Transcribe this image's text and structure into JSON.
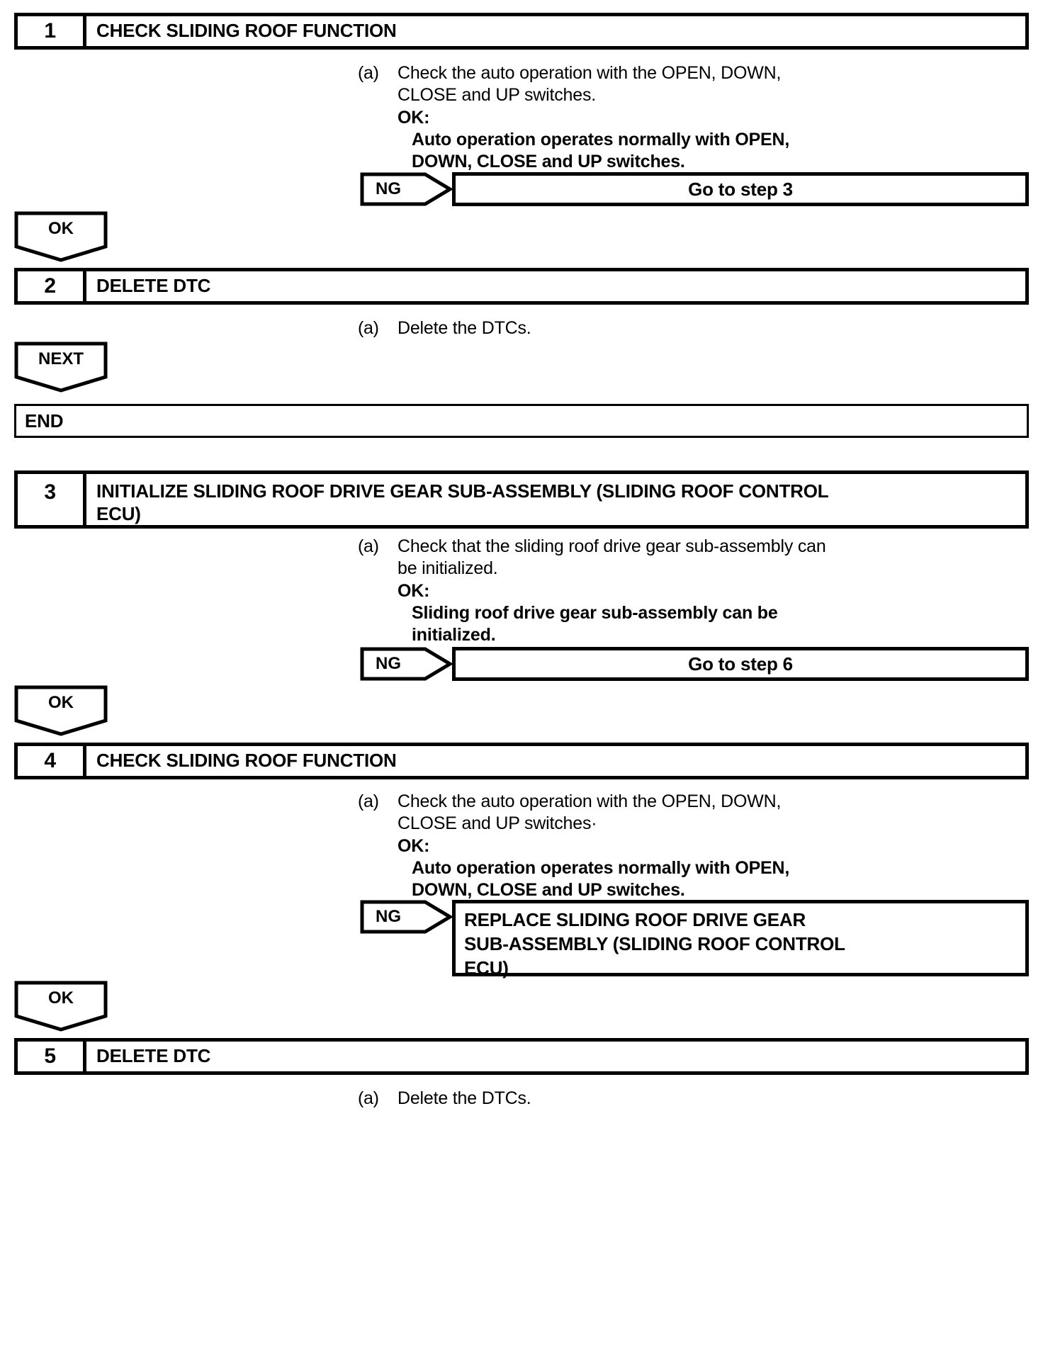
{
  "document": {
    "type": "diagnostic-flowchart",
    "title_implicit": "Sliding Roof Diagnostic Procedure"
  },
  "labels": {
    "ng": "NG",
    "ok": "OK",
    "next": "NEXT",
    "end": "END",
    "marker_a": "(a)",
    "ok_heading": "OK:"
  },
  "steps": [
    {
      "number": "1",
      "title": "CHECK SLIDING ROOF FUNCTION",
      "instruction_lines": [
        "Check the auto operation with the OPEN, DOWN,",
        "CLOSE and UP switches."
      ],
      "ok_detail_lines": [
        "Auto operation operates normally with OPEN,",
        "DOWN, CLOSE and UP switches."
      ],
      "ng_result_lines": [
        "Go to step 3"
      ]
    },
    {
      "number": "2",
      "title": "DELETE DTC",
      "instruction_lines": [
        "Delete the DTCs."
      ],
      "ok_detail_lines": [],
      "ng_result_lines": []
    },
    {
      "number": "3",
      "title": "INITIALIZE SLIDING ROOF DRIVE GEAR SUB-ASSEMBLY (SLIDING ROOF CONTROL ECU)",
      "title_line1": "INITIALIZE SLIDING ROOF DRIVE GEAR SUB-ASSEMBLY (SLIDING ROOF CONTROL",
      "title_line2": "ECU)",
      "instruction_lines": [
        "Check that the sliding roof drive gear sub-assembly can",
        "be initialized."
      ],
      "ok_detail_lines": [
        "Sliding roof drive gear sub-assembly can be",
        "initialized."
      ],
      "ng_result_lines": [
        "Go to step 6"
      ]
    },
    {
      "number": "4",
      "title": "CHECK SLIDING ROOF FUNCTION",
      "instruction_lines": [
        "Check the auto operation with the OPEN, DOWN,",
        "CLOSE and UP switches·"
      ],
      "ok_detail_lines": [
        "Auto operation operates normally with OPEN,",
        "DOWN, CLOSE and UP switches."
      ],
      "ng_result_lines": [
        "REPLACE SLIDING ROOF DRIVE GEAR",
        "SUB-ASSEMBLY (SLIDING ROOF CONTROL",
        "ECU)"
      ]
    },
    {
      "number": "5",
      "title": "DELETE DTC",
      "instruction_lines": [
        "Delete the DTCs."
      ],
      "ok_detail_lines": [],
      "ng_result_lines": []
    }
  ],
  "connectors": [
    {
      "label": "OK",
      "after_step": "1"
    },
    {
      "label": "NEXT",
      "after_step": "2"
    },
    {
      "label": "OK",
      "after_step": "3"
    },
    {
      "label": "OK",
      "after_step": "4"
    }
  ],
  "terminal": {
    "label": "END"
  },
  "colors": {
    "ink": "#000000",
    "paper": "#ffffff"
  }
}
